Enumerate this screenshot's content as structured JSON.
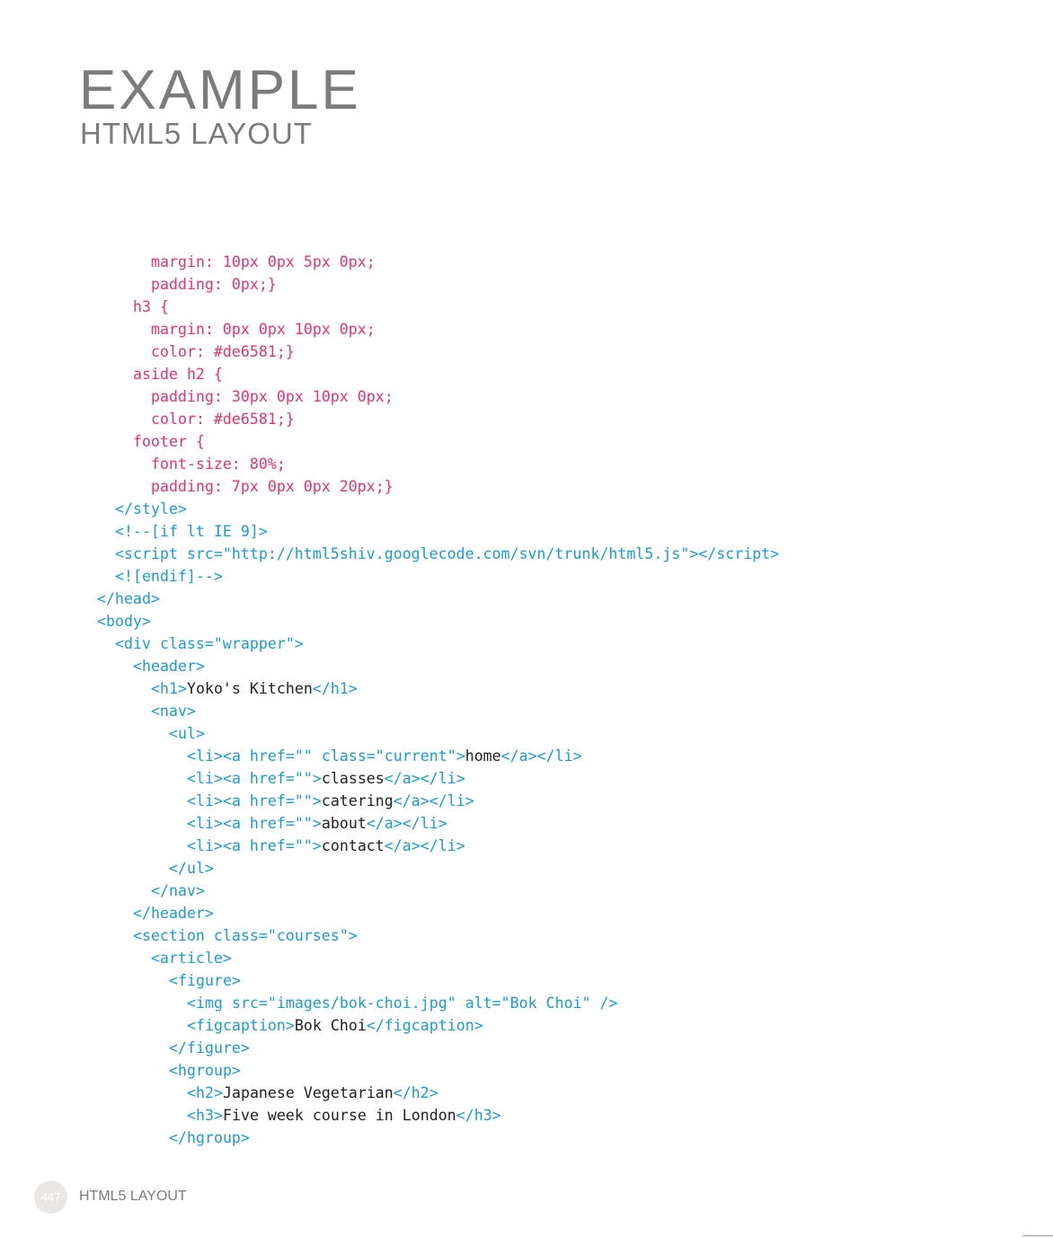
{
  "header": {
    "title": "EXAMPLE",
    "subtitle": "HTML5 LAYOUT"
  },
  "footer": {
    "page_number": "447",
    "running_title": "HTML5 LAYOUT"
  },
  "code_lines": [
    {
      "indent": 3,
      "segs": [
        [
          "p",
          "margin: 10px 0px 5px 0px;"
        ]
      ]
    },
    {
      "indent": 3,
      "segs": [
        [
          "p",
          "padding: 0px;}"
        ]
      ]
    },
    {
      "indent": 2,
      "segs": [
        [
          "p",
          "h3 {"
        ]
      ]
    },
    {
      "indent": 3,
      "segs": [
        [
          "p",
          "margin: 0px 0px 10px 0px;"
        ]
      ]
    },
    {
      "indent": 3,
      "segs": [
        [
          "p",
          "color: #de6581;}"
        ]
      ]
    },
    {
      "indent": 2,
      "segs": [
        [
          "p",
          "aside h2 {"
        ]
      ]
    },
    {
      "indent": 3,
      "segs": [
        [
          "p",
          "padding: 30px 0px 10px 0px;"
        ]
      ]
    },
    {
      "indent": 3,
      "segs": [
        [
          "p",
          "color: #de6581;}"
        ]
      ]
    },
    {
      "indent": 2,
      "segs": [
        [
          "p",
          "footer {"
        ]
      ]
    },
    {
      "indent": 3,
      "segs": [
        [
          "p",
          "font-size: 80%;"
        ]
      ]
    },
    {
      "indent": 3,
      "segs": [
        [
          "p",
          "padding: 7px 0px 0px 20px;}"
        ]
      ]
    },
    {
      "indent": 1,
      "segs": [
        [
          "b",
          "</style>"
        ]
      ]
    },
    {
      "indent": 1,
      "segs": [
        [
          "b",
          "<!--[if lt IE 9]>"
        ]
      ]
    },
    {
      "indent": 1,
      "segs": [
        [
          "b",
          "<script src=\"http://html5shiv.googlecode.com/svn/trunk/html5.js\"></script>"
        ]
      ]
    },
    {
      "indent": 1,
      "segs": [
        [
          "b",
          "<![endif]-->"
        ]
      ]
    },
    {
      "indent": 0,
      "segs": [
        [
          "b",
          "</head>"
        ]
      ]
    },
    {
      "indent": 0,
      "segs": [
        [
          "b",
          "<body>"
        ]
      ]
    },
    {
      "indent": 1,
      "segs": [
        [
          "b",
          "<div class=\"wrapper\">"
        ]
      ]
    },
    {
      "indent": 2,
      "segs": [
        [
          "b",
          "<header>"
        ]
      ]
    },
    {
      "indent": 3,
      "segs": [
        [
          "b",
          "<h1>"
        ],
        [
          "k",
          "Yoko's Kitchen"
        ],
        [
          "b",
          "</h1>"
        ]
      ]
    },
    {
      "indent": 3,
      "segs": [
        [
          "b",
          "<nav>"
        ]
      ]
    },
    {
      "indent": 4,
      "segs": [
        [
          "b",
          "<ul>"
        ]
      ]
    },
    {
      "indent": 5,
      "segs": [
        [
          "b",
          "<li><a href=\"\" class=\"current\">"
        ],
        [
          "k",
          "home"
        ],
        [
          "b",
          "</a></li>"
        ]
      ]
    },
    {
      "indent": 5,
      "segs": [
        [
          "b",
          "<li><a href=\"\">"
        ],
        [
          "k",
          "classes"
        ],
        [
          "b",
          "</a></li>"
        ]
      ]
    },
    {
      "indent": 5,
      "segs": [
        [
          "b",
          "<li><a href=\"\">"
        ],
        [
          "k",
          "catering"
        ],
        [
          "b",
          "</a></li>"
        ]
      ]
    },
    {
      "indent": 5,
      "segs": [
        [
          "b",
          "<li><a href=\"\">"
        ],
        [
          "k",
          "about"
        ],
        [
          "b",
          "</a></li>"
        ]
      ]
    },
    {
      "indent": 5,
      "segs": [
        [
          "b",
          "<li><a href=\"\">"
        ],
        [
          "k",
          "contact"
        ],
        [
          "b",
          "</a></li>"
        ]
      ]
    },
    {
      "indent": 4,
      "segs": [
        [
          "b",
          "</ul>"
        ]
      ]
    },
    {
      "indent": 3,
      "segs": [
        [
          "b",
          "</nav>"
        ]
      ]
    },
    {
      "indent": 2,
      "segs": [
        [
          "b",
          "</header>"
        ]
      ]
    },
    {
      "indent": 2,
      "segs": [
        [
          "b",
          "<section class=\"courses\">"
        ]
      ]
    },
    {
      "indent": 3,
      "segs": [
        [
          "b",
          "<article>"
        ]
      ]
    },
    {
      "indent": 4,
      "segs": [
        [
          "b",
          "<figure>"
        ]
      ]
    },
    {
      "indent": 5,
      "segs": [
        [
          "b",
          "<img src=\"images/bok-choi.jpg\" alt=\"Bok Choi\" />"
        ]
      ]
    },
    {
      "indent": 5,
      "segs": [
        [
          "b",
          "<figcaption>"
        ],
        [
          "k",
          "Bok Choi"
        ],
        [
          "b",
          "</figcaption>"
        ]
      ]
    },
    {
      "indent": 4,
      "segs": [
        [
          "b",
          "</figure>"
        ]
      ]
    },
    {
      "indent": 4,
      "segs": [
        [
          "b",
          "<hgroup>"
        ]
      ]
    },
    {
      "indent": 5,
      "segs": [
        [
          "b",
          "<h2>"
        ],
        [
          "k",
          "Japanese Vegetarian"
        ],
        [
          "b",
          "</h2>"
        ]
      ]
    },
    {
      "indent": 5,
      "segs": [
        [
          "b",
          "<h3>"
        ],
        [
          "k",
          "Five week course in London"
        ],
        [
          "b",
          "</h3>"
        ]
      ]
    },
    {
      "indent": 4,
      "segs": [
        [
          "b",
          "</hgroup>"
        ]
      ]
    }
  ]
}
